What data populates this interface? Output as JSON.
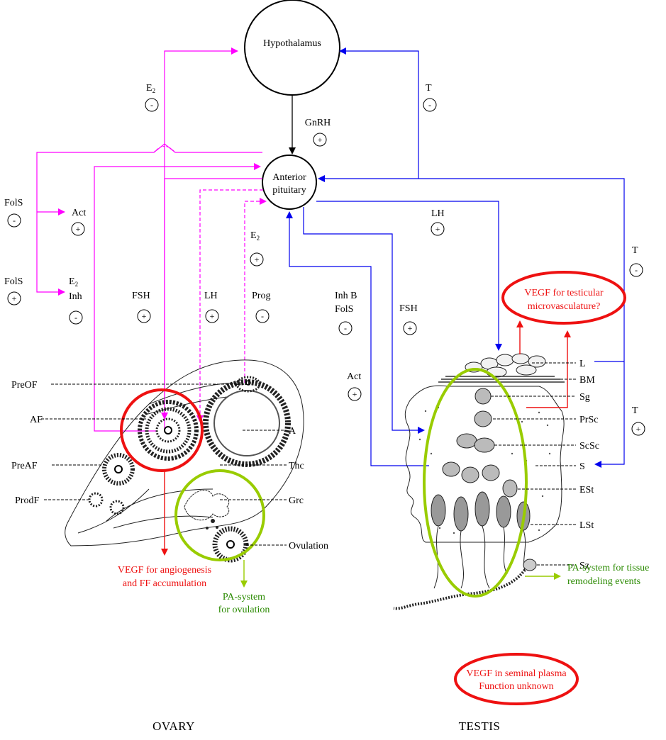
{
  "nodes": {
    "hypothalamus": "Hypothalamus",
    "pituitary_line1": "Anterior",
    "pituitary_line2": "pituitary"
  },
  "hormones": {
    "gnrh": "GnRH",
    "e2": "E",
    "e2_sub": "2",
    "t": "T",
    "fols": "FolS",
    "act": "Act",
    "inh": "Inh",
    "fsh": "FSH",
    "lh": "LH",
    "prog": "Prog",
    "inh_b": "Inh B"
  },
  "signs": {
    "plus": "+",
    "minus": "-"
  },
  "ovary_labels": {
    "preof": "PreOF",
    "af": "AF",
    "preaf": "PreAF",
    "prodf": "ProdF",
    "a": "A",
    "thc": "Thc",
    "grc": "Grc",
    "ovulation": "Ovulation"
  },
  "testis_labels": {
    "l": "L",
    "bm": "BM",
    "sg": "Sg",
    "prsc": "PrSc",
    "scsc": "ScSc",
    "s": "S",
    "est": "ESt",
    "lst": "LSt",
    "sz": "Sz"
  },
  "annotations": {
    "vegf_ovary_1": "VEGF for angiogenesis",
    "vegf_ovary_2": "and FF accumulation",
    "pa_ovary_1": "PA-system",
    "pa_ovary_2": "for ovulation",
    "vegf_testis_1": "VEGF for testicular",
    "vegf_testis_2": "microvasculature?",
    "pa_testis_1": "PA-system for tissue",
    "pa_testis_2": "remodeling events",
    "vegf_seminal_1": "VEGF in seminal plasma",
    "vegf_seminal_2": "Function unknown"
  },
  "captions": {
    "ovary": "OVARY",
    "testis": "TESTIS"
  },
  "colors": {
    "female_pathway": "#ff00ff",
    "male_pathway": "#0000ee",
    "vegf": "#ee1111",
    "pa_system": "#99cc00",
    "black": "#000000"
  }
}
